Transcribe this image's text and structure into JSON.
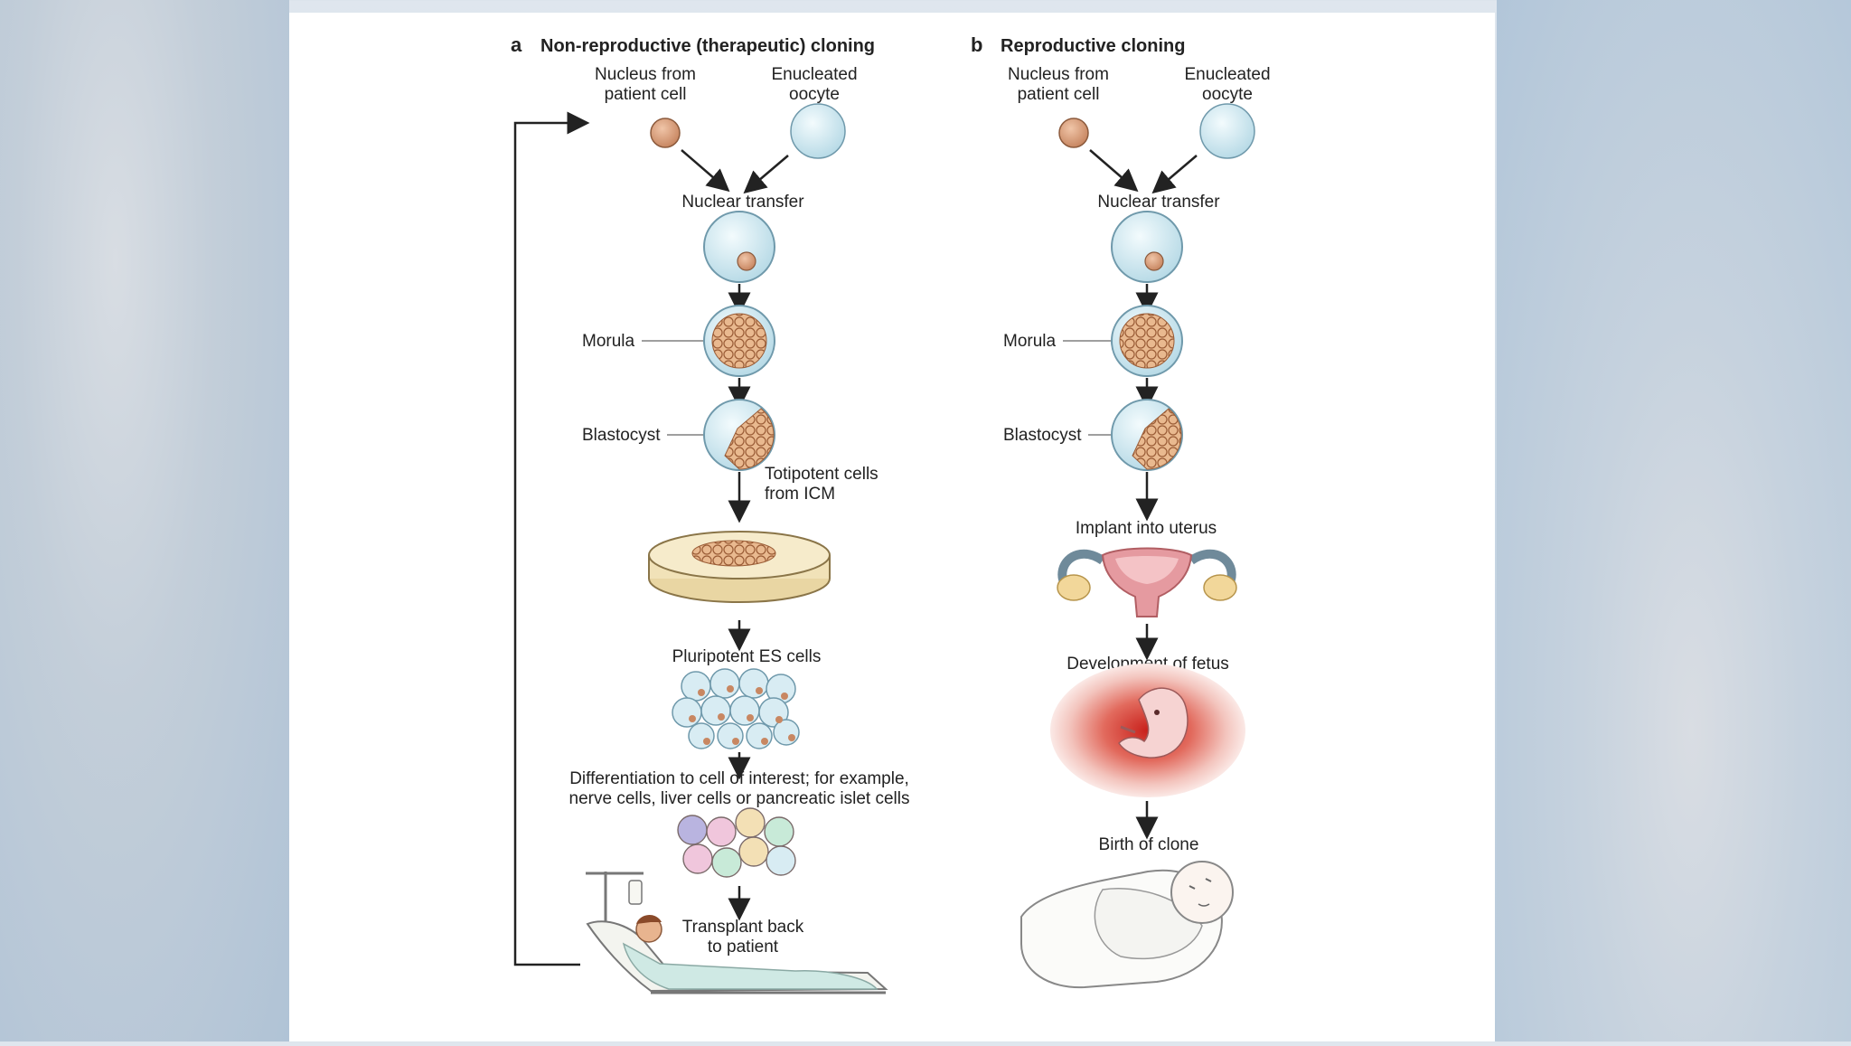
{
  "panel_a": {
    "letter": "a",
    "title": "Non-reproductive (therapeutic) cloning",
    "nucleus_label": [
      "Nucleus from",
      "patient cell"
    ],
    "oocyte_label": [
      "Enucleated",
      "oocyte"
    ],
    "nuclear_transfer": "Nuclear transfer",
    "morula": "Morula",
    "blastocyst": "Blastocyst",
    "totipotent": [
      "Totipotent cells",
      "from ICM"
    ],
    "pluripotent": "Pluripotent ES cells",
    "differentiation": [
      "Differentiation to cell of interest; for example,",
      "nerve cells, liver cells or pancreatic islet cells"
    ],
    "transplant": [
      "Transplant back",
      "to patient"
    ]
  },
  "panel_b": {
    "letter": "b",
    "title": "Reproductive cloning",
    "nucleus_label": [
      "Nucleus from",
      "patient cell"
    ],
    "oocyte_label": [
      "Enucleated",
      "oocyte"
    ],
    "nuclear_transfer": "Nuclear transfer",
    "morula": "Morula",
    "blastocyst": "Blastocyst",
    "implant": "Implant into uterus",
    "development": "Development of fetus",
    "birth": "Birth of clone"
  },
  "colors": {
    "nucleus": "#d9a07e",
    "oocyte": "#d8ecf3",
    "cell_cluster": "#e9b98f",
    "uterus": "#e59aa0",
    "fetus_glow": "#d8342e"
  }
}
